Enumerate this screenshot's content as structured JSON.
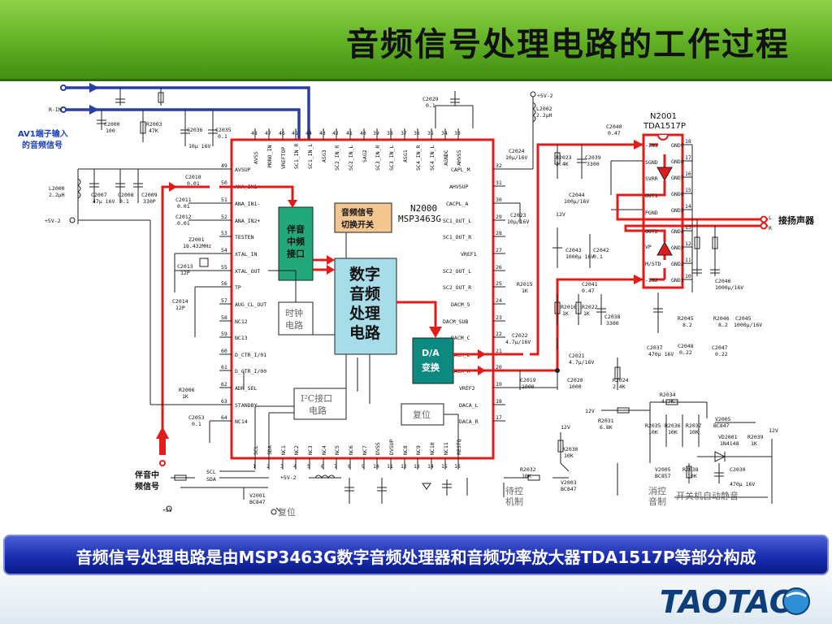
{
  "slide": {
    "title": "音频信号处理电路的工作过程",
    "caption": "音频信号处理电路是由MSP3463G数字音频处理器和音频功率放大器TDA1517P等部分构成",
    "logo_text": "TAOTAO"
  },
  "annotations": {
    "av1_input": [
      "AV1端子输入",
      "的音频信号"
    ],
    "accomp_signal": [
      "伴音中",
      "频信号"
    ],
    "speaker": "接扬声器",
    "r_in": "R-IN"
  },
  "blocks": {
    "accomp_if": [
      "伴音",
      "中频",
      "接口"
    ],
    "switch": [
      "音频信号",
      "切换开关"
    ],
    "dsp": [
      "数字",
      "音频",
      "处理",
      "电路"
    ],
    "da": [
      "D/A",
      "变换"
    ],
    "clock": [
      "时钟",
      "电路"
    ],
    "i2c": [
      "I²C接口",
      "电路"
    ],
    "reset": "复位",
    "standby_ctrl": [
      "待控",
      "机制"
    ],
    "mute_ctrl": [
      "消控",
      "音制"
    ],
    "auto_mute": "开关机自动静音",
    "reset_label": "复位"
  },
  "chips": {
    "n2000": {
      "ref": "N2000",
      "part": "MSP3463G"
    },
    "n2001": {
      "ref": "N2001",
      "part": "TDA1517P"
    }
  },
  "pins": {
    "left": [
      {
        "n": "49",
        "name": "AVSUP"
      },
      {
        "n": "50",
        "name": "ANA_IN1+"
      },
      {
        "n": "51",
        "name": "ANA_IN1-"
      },
      {
        "n": "52",
        "name": "ANA_IN2+"
      },
      {
        "n": "53",
        "name": "TESTEN"
      },
      {
        "n": "54",
        "name": "XTAL_IN"
      },
      {
        "n": "55",
        "name": "XTAL_OUT"
      },
      {
        "n": "56",
        "name": "TP"
      },
      {
        "n": "57",
        "name": "AUG_CL_OUT"
      },
      {
        "n": "58",
        "name": "NC12"
      },
      {
        "n": "59",
        "name": "NC13"
      },
      {
        "n": "60",
        "name": "D_CTR_I/01"
      },
      {
        "n": "61",
        "name": "D_CTR_I/00"
      },
      {
        "n": "62",
        "name": "ADR_SEL"
      },
      {
        "n": "63",
        "name": "STANDBY"
      },
      {
        "n": "64",
        "name": "NC14"
      }
    ],
    "right": [
      {
        "n": "32",
        "name": "CAPL_M"
      },
      {
        "n": "31",
        "name": "AHVSUP"
      },
      {
        "n": "30",
        "name": "CACPL_A"
      },
      {
        "n": "29",
        "name": "SC1_OUT_L"
      },
      {
        "n": "28",
        "name": "SC1_OUT_R"
      },
      {
        "n": "27",
        "name": "VREF1"
      },
      {
        "n": "26",
        "name": "SC2_OUT_L"
      },
      {
        "n": "25",
        "name": "SC2_OUT_R"
      },
      {
        "n": "24",
        "name": "DACM_S"
      },
      {
        "n": "23",
        "name": "DACM_SUB"
      },
      {
        "n": "22",
        "name": "DACM_C"
      },
      {
        "n": "21",
        "name": "DACM_L"
      },
      {
        "n": "20",
        "name": "DACM_R"
      },
      {
        "n": "19",
        "name": "VREF2"
      },
      {
        "n": "18",
        "name": "DACA_L"
      },
      {
        "n": "17",
        "name": "DACA_R"
      }
    ],
    "top": [
      {
        "n": "48",
        "name": "AVSS"
      },
      {
        "n": "47",
        "name": "MONO_IN"
      },
      {
        "n": "46",
        "name": "VREFTOP"
      },
      {
        "n": "45",
        "name": "SC1_IN_R"
      },
      {
        "n": "44",
        "name": "SC1_IN_L"
      },
      {
        "n": "43",
        "name": "ASG3"
      },
      {
        "n": "42",
        "name": "SC2_IN_R"
      },
      {
        "n": "41",
        "name": "SC2_IN_L"
      },
      {
        "n": "40",
        "name": "SAG2"
      },
      {
        "n": "39",
        "name": "SC3_IN_R"
      },
      {
        "n": "38",
        "name": "SC3_IN_L"
      },
      {
        "n": "37",
        "name": "ASG1"
      },
      {
        "n": "36",
        "name": "SC4_IN_R"
      },
      {
        "n": "35",
        "name": "SC4_IN_L"
      },
      {
        "n": "34",
        "name": "AGNDC"
      },
      {
        "n": "33",
        "name": "AHVSS"
      }
    ],
    "bottom": [
      {
        "n": "1",
        "name": "SCL"
      },
      {
        "n": "2",
        "name": "SDA"
      },
      {
        "n": "3",
        "name": "NC1"
      },
      {
        "n": "4",
        "name": "NC2"
      },
      {
        "n": "5",
        "name": "NC3"
      },
      {
        "n": "6",
        "name": "NC4"
      },
      {
        "n": "7",
        "name": "NC5"
      },
      {
        "n": "8",
        "name": "NC6"
      },
      {
        "n": "9",
        "name": "NC7"
      },
      {
        "n": "10",
        "name": "DVSS"
      },
      {
        "n": "11",
        "name": "DVSUP"
      },
      {
        "n": "12",
        "name": "NC8"
      },
      {
        "n": "13",
        "name": "NC9"
      },
      {
        "n": "14",
        "name": "NC10"
      },
      {
        "n": "15",
        "name": "NC11"
      },
      {
        "n": "16",
        "name": "RESTQ"
      }
    ],
    "n2001_left": [
      "-IN1",
      "SGND",
      "SVRR",
      "OUT1",
      "PGND",
      "OUT2",
      "VP",
      "M/STD",
      "-IN2"
    ],
    "n2001_right": [
      {
        "n": "18",
        "name": "GND9"
      },
      {
        "n": "17",
        "name": "GND8"
      },
      {
        "n": "16",
        "name": "GND7"
      },
      {
        "n": "15",
        "name": "GND6"
      },
      {
        "n": "14",
        "name": "GND5"
      },
      {
        "n": "13",
        "name": "GND4"
      },
      {
        "n": "12",
        "name": "GND3"
      },
      {
        "n": "11",
        "name": "GND2"
      },
      {
        "n": "10",
        "name": "GND1"
      }
    ]
  },
  "components": [
    {
      "ref": "C2000",
      "val": "100"
    },
    {
      "ref": "R2003",
      "val": "47K"
    },
    {
      "ref": "C2036",
      "val": "10μ 16V"
    },
    {
      "ref": "C2035",
      "val": "0.1"
    },
    {
      "ref": "L2000",
      "val": "2.2μH"
    },
    {
      "ref": "C2007",
      "val": "47μ 16V"
    },
    {
      "ref": "C2008",
      "val": "0.1"
    },
    {
      "ref": "C2009",
      "val": "330P"
    },
    {
      "ref": "C2010",
      "val": "0.01"
    },
    {
      "ref": "C2011",
      "val": "0.01"
    },
    {
      "ref": "C2012",
      "val": "0.01"
    },
    {
      "ref": "Z2001",
      "val": "18.432MHz"
    },
    {
      "ref": "C2013",
      "val": "12P"
    },
    {
      "ref": "C2014",
      "val": "12P"
    },
    {
      "ref": "R2006",
      "val": "1K"
    },
    {
      "ref": "C2053",
      "val": "0.1"
    },
    {
      "ref": "C2029",
      "val": "0.1"
    },
    {
      "ref": "L2002",
      "val": "2.2μH"
    },
    {
      "ref": "C2024",
      "val": "10μ/16V"
    },
    {
      "ref": "C2023",
      "val": "10μ/16V"
    },
    {
      "ref": "R2023",
      "val": "2.4K"
    },
    {
      "ref": "C2039",
      "val": "3300"
    },
    {
      "ref": "C2040",
      "val": "0.47"
    },
    {
      "ref": "C2044",
      "val": "100μ/16V"
    },
    {
      "ref": "C2043",
      "val": "1000μ 16V"
    },
    {
      "ref": "C2042",
      "val": "0.1"
    },
    {
      "ref": "R2015",
      "val": "1K"
    },
    {
      "ref": "C2041",
      "val": "0.47"
    },
    {
      "ref": "R2016",
      "val": "1K"
    },
    {
      "ref": "R2022",
      "val": "1K"
    },
    {
      "ref": "C2038",
      "val": "3300"
    },
    {
      "ref": "C2022",
      "val": "4.7μ/16V"
    },
    {
      "ref": "C2021",
      "val": "4.7μ/16V"
    },
    {
      "ref": "C2019",
      "val": "1000"
    },
    {
      "ref": "C2020",
      "val": "1000"
    },
    {
      "ref": "C2046",
      "val": "1000μ/16V"
    },
    {
      "ref": "C2045",
      "val": "1000μ/16V"
    },
    {
      "ref": "R2045",
      "val": "8.2"
    },
    {
      "ref": "R2046",
      "val": "8.2"
    },
    {
      "ref": "C2048",
      "val": "0.22"
    },
    {
      "ref": "C2047",
      "val": "0.22"
    },
    {
      "ref": "C2037",
      "val": "470μ 16V"
    },
    {
      "ref": "R2024",
      "val": "2.4K"
    },
    {
      "ref": "R2034",
      "val": "4.7K"
    },
    {
      "ref": "R2031",
      "val": "6.8K"
    },
    {
      "ref": "R2035",
      "val": "10K"
    },
    {
      "ref": "R2036",
      "val": "10K"
    },
    {
      "ref": "R2037",
      "val": "10K"
    },
    {
      "ref": "V2005",
      "val": "BC847"
    },
    {
      "ref": "VD2001",
      "val": "1N4148"
    },
    {
      "ref": "R2039",
      "val": "1K"
    },
    {
      "ref": "R2030",
      "val": "10K"
    },
    {
      "ref": "R2032",
      "val": "10K"
    },
    {
      "ref": "V2003",
      "val": "BC847"
    },
    {
      "ref": "V2005",
      "val": "BC857"
    },
    {
      "ref": "R2038",
      "val": "10K"
    },
    {
      "ref": "C2030",
      "val": "470μ 16V"
    },
    {
      "ref": "V2001",
      "val": "BC847"
    }
  ],
  "supplies": {
    "p5v2": "+5V-2",
    "v12": "12V",
    "p5v": "+5V",
    "scl": "SCL",
    "sda": "SDA",
    "l": "L",
    "r": "R"
  }
}
